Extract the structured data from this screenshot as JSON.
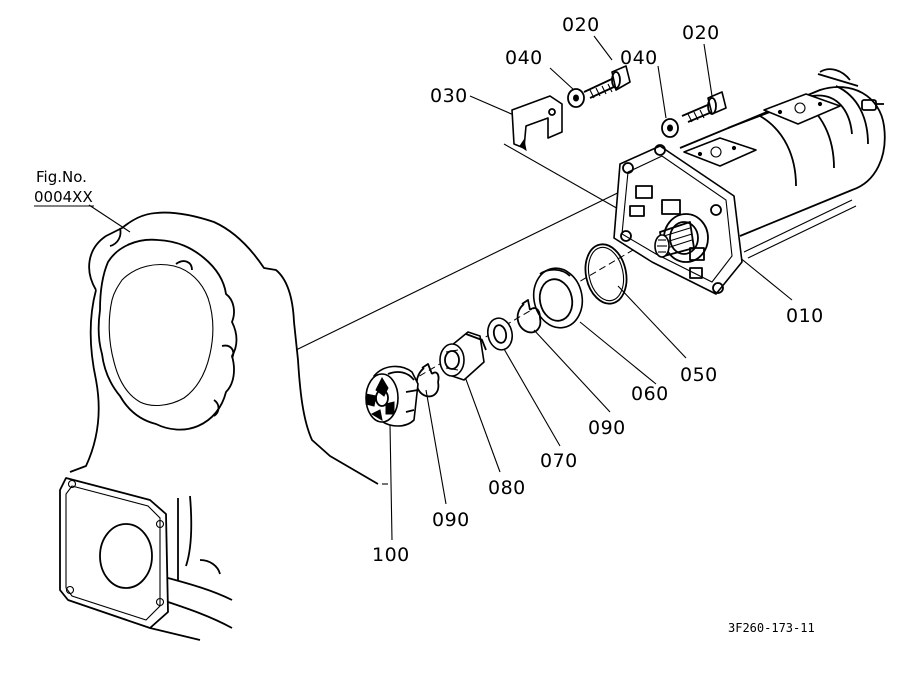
{
  "labels": {
    "fig_ref_1": "Fig.No.",
    "fig_ref_2": "0004XX",
    "p010": "010",
    "p020a": "020",
    "p020b": "020",
    "p030": "030",
    "p040a": "040",
    "p040b": "040",
    "p050": "050",
    "p060": "060",
    "p070": "070",
    "p080": "080",
    "p090a": "090",
    "p090b": "090",
    "p100": "100",
    "drawing_code": "3F260-173-11"
  }
}
